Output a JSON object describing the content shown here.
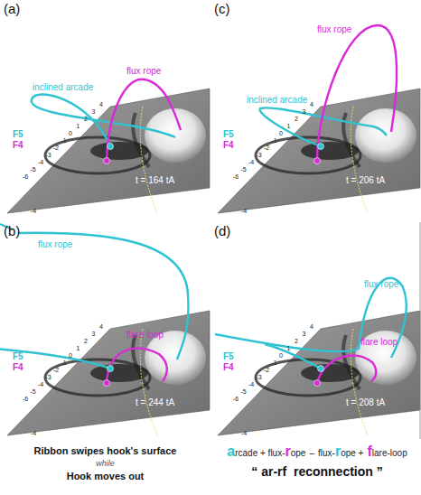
{
  "diagram": {
    "labels": [
      "(a)",
      "inclined arcade",
      "flux rope",
      "F5",
      "F4",
      "4",
      "3",
      "2",
      "1",
      "0",
      "-1",
      "-2",
      "-3",
      "-4",
      "-5",
      "-6",
      "-4",
      "t = 164 tA",
      "(c)",
      "inclined arcade",
      "flux rope",
      "F5",
      "F4",
      "4",
      "3",
      "2",
      "1",
      "0",
      "-1",
      "-2",
      "-3",
      "-4",
      "-5",
      "-6",
      "-4",
      "t = 206 tA",
      "(b)",
      "flux rope",
      "F5",
      "F4",
      "flare loop",
      "4",
      "3",
      "2",
      "1",
      "0",
      "-1",
      "-2",
      "-3",
      "-4",
      "-5",
      "-6",
      "-4",
      "t = 244 tA",
      "(d)",
      "flux rope",
      "F5",
      "F4",
      "flare loop",
      "4",
      "3",
      "2",
      "1",
      "0",
      "-1",
      "-2",
      "-3",
      "-4",
      "-5",
      "-6",
      "-4",
      "t = 208 tA",
      "Ribbon swipes hook's surface",
      "while",
      "Hook moves out",
      "a",
      "rcade + flux-",
      "r",
      "ope",
      "–",
      "flux-",
      "r",
      "ope +",
      "f",
      "lare-loop",
      "“ ar-rf  reconnection ”"
    ]
  }
}
